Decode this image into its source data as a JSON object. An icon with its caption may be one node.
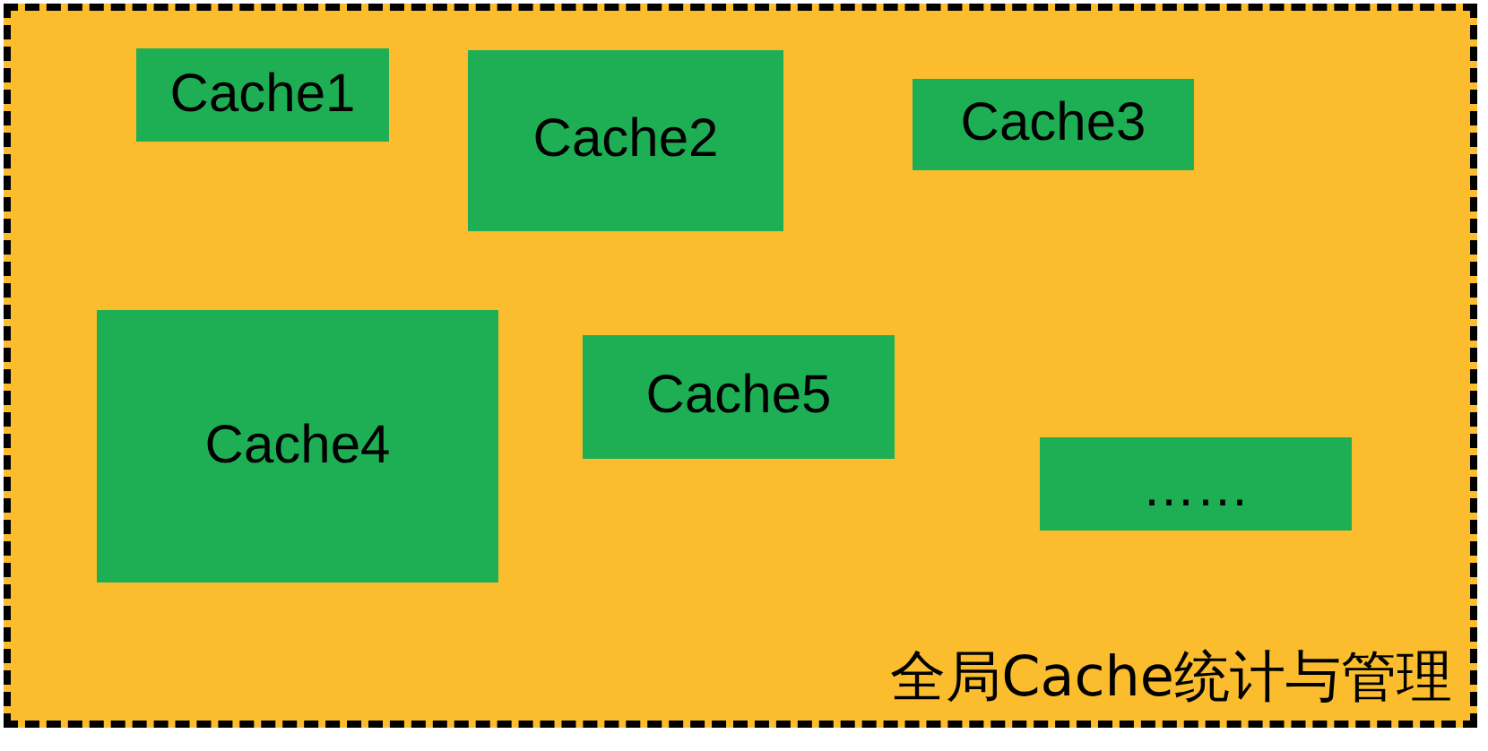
{
  "diagram": {
    "nodes": [
      {
        "text": [
          "全局Cache统计与管理"
        ]
      },
      {
        "text": [
          "Cache1"
        ],
        "in": 0
      },
      {
        "text": [
          "Cache2"
        ],
        "in": 0
      },
      {
        "text": [
          "Cache3"
        ],
        "in": 0
      },
      {
        "text": [
          "Cache4"
        ],
        "in": 0
      },
      {
        "text": [
          "Cache5"
        ],
        "in": 0
      },
      {
        "text": [
          "……"
        ],
        "in": 0
      }
    ]
  }
}
